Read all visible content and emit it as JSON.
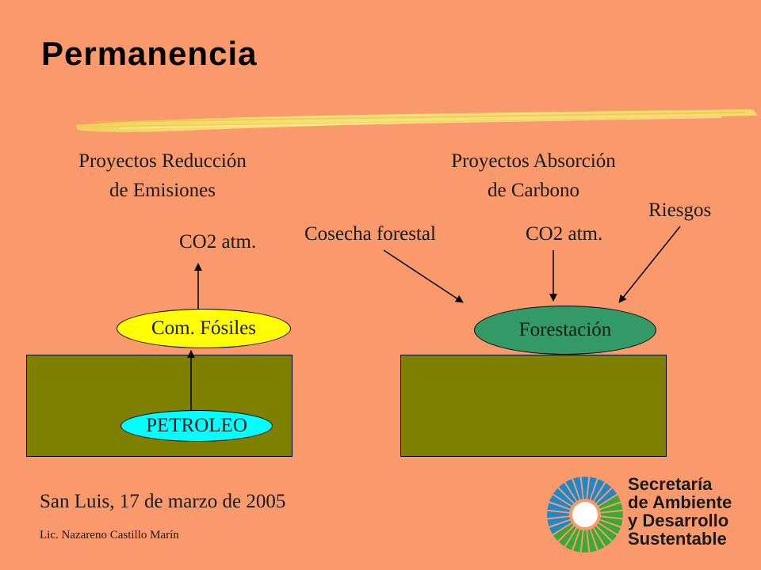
{
  "slide": {
    "title": "Permanencia",
    "colors": {
      "background": "#FA9A6C",
      "ground": "#808000",
      "fossil_oval": "#FFFF00",
      "petroleo_oval": "#00FFFF",
      "forest_oval": "#339966",
      "brush": "#F5E06E"
    }
  },
  "left": {
    "heading_line1": "Proyectos Reducción",
    "heading_line2": "de  Emisiones",
    "co2_label": "CO2 atm.",
    "fossil_label": "Com. Fósiles",
    "petroleo_label": "PETROLEO"
  },
  "right": {
    "heading_line1": "Proyectos Absorción",
    "heading_line2": "de Carbono",
    "harvest_label": "Cosecha forestal",
    "co2_label": "CO2 atm.",
    "risks_label": "Riesgos",
    "forest_label": "Forestación"
  },
  "footer": {
    "date": "San Luis, 17 de marzo de 2005",
    "author": "Lic. Nazareno Castillo Marín"
  },
  "logo": {
    "line1": "Secretaría",
    "line2": "de Ambiente",
    "line3": "y Desarrollo",
    "line4": "Sustentable",
    "icon": "sun-burst-icon"
  }
}
